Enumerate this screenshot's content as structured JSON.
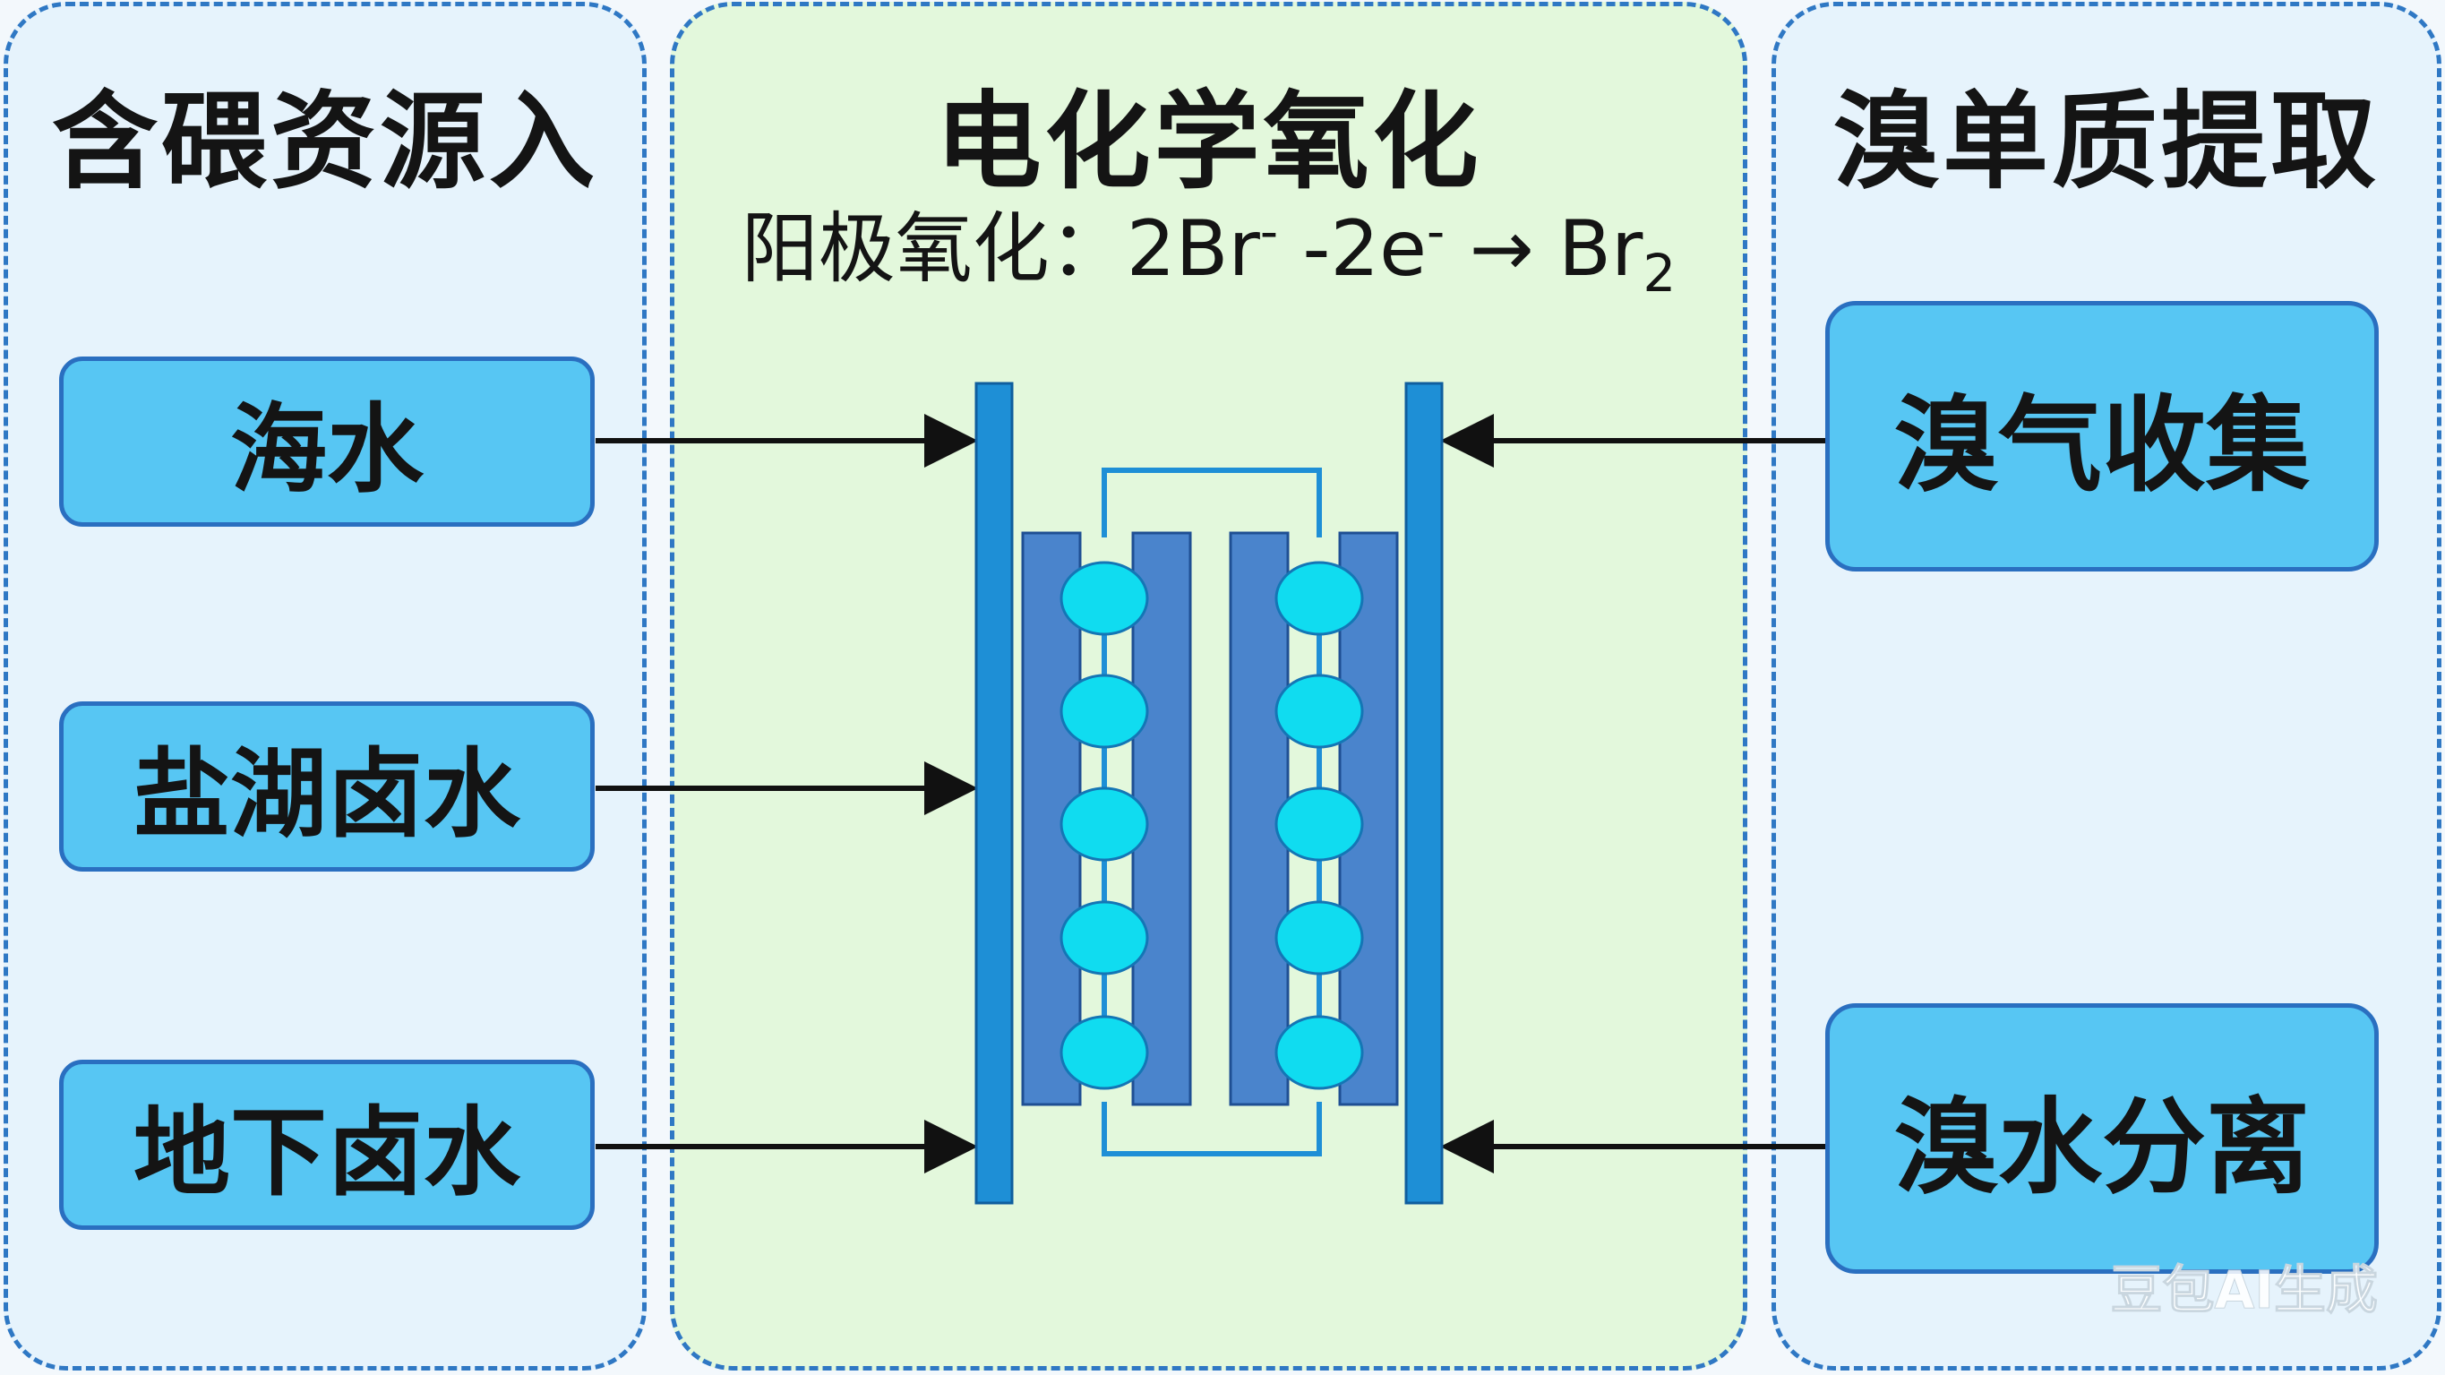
{
  "panels": {
    "left": {
      "title": "含碨资源入"
    },
    "middle": {
      "title": "电化学氧化",
      "formula": {
        "prefix": "阳极氧化：2Br",
        "sup1": "-",
        "mid": " -2e",
        "sup2": "-",
        "arrow": " → Br",
        "sub": "2"
      }
    },
    "right": {
      "title": "溴单质提取"
    }
  },
  "sources": [
    {
      "label": "海水"
    },
    {
      "label": "盐湖卤水"
    },
    {
      "label": "地下卤水"
    }
  ],
  "outputs": [
    {
      "label": "溴气收集"
    },
    {
      "label": "溴水分离"
    }
  ],
  "watermark": "豆包AI生成",
  "colors": {
    "panel_border": "#2f78c4",
    "side_panel_bg": "#e6f3fc",
    "middle_panel_bg": "#e3f8dc",
    "box_fill": "#57c6f3",
    "electrode": "#1e8fd6",
    "plate": "#4a84cc",
    "bubble": "#10dcf0"
  }
}
